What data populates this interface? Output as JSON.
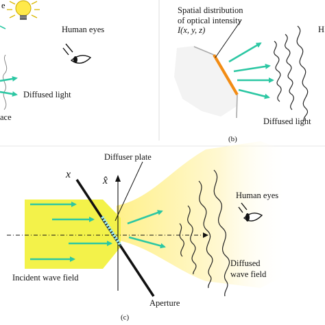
{
  "colors": {
    "diffused_ray": "#2cc7a3",
    "incident_beam": "#f3f24a",
    "diffused_cone": "#fff6c4",
    "optical_plate": "#f28c14",
    "aperture_diffuser": "#9be7f0"
  },
  "panel_a": {
    "top_partial_label": "e",
    "eye_label": "Human eyes",
    "diffused_label": "Diffused light",
    "bottom_partial_label": "ace",
    "icons": [
      "light-bulb-icon",
      "eye-icon"
    ]
  },
  "panel_b": {
    "intensity_label_line1": "Spatial distribution",
    "intensity_label_line2": "of optical intensity",
    "intensity_label_line3": "I(x, y, z)",
    "diffused_label": "Diffused light",
    "right_partial_label": "H",
    "caption": "(b)"
  },
  "panel_c": {
    "diffuser_label": "Diffuser plate",
    "x_axis_label": "x",
    "xhat_axis_label": "x̂",
    "eye_label": "Human eyes",
    "incident_label": "Incident wave field",
    "diffused_label_line1": "Diffused",
    "diffused_label_line2": "wave field",
    "aperture_label": "Aperture",
    "caption": "(c)",
    "icons": [
      "eye-icon"
    ]
  }
}
